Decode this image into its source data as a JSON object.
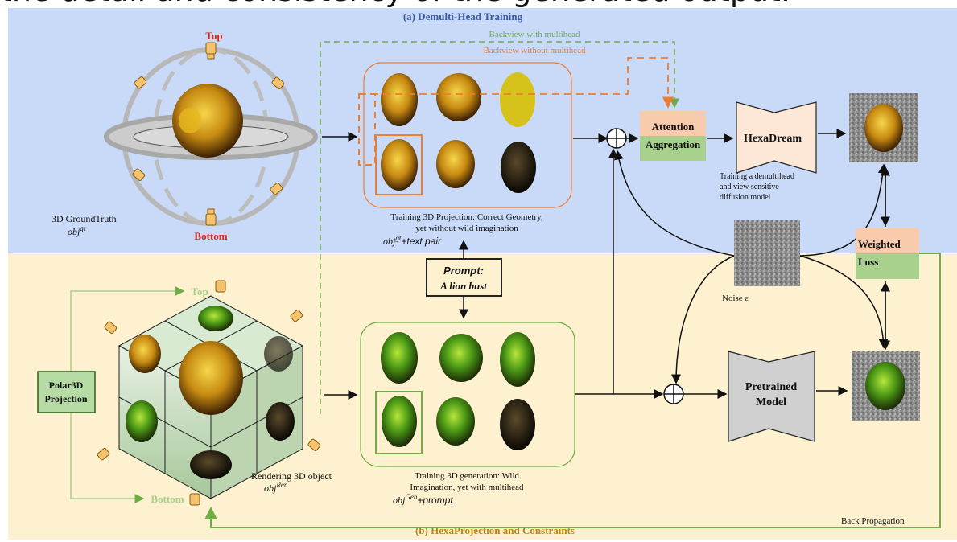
{
  "header_cut_text": "the detail and consistency of the generated output.",
  "sections": {
    "top_title": "(a) Demulti-Head Training",
    "bottom_title": "(b) HexaProjection  and Constraints"
  },
  "sphere": {
    "top_label": "Top",
    "bottom_label": "Bottom",
    "caption_1": "3D GroundTruth",
    "caption_2": "obj",
    "caption_2_sup": "gt"
  },
  "cube": {
    "top_label": "Top",
    "bottom_label": "Bottom",
    "caption_1": "Rendering 3D object",
    "caption_2": "obj",
    "caption_2_sup": "Ren"
  },
  "polar_box": {
    "line1": "Polar3D",
    "line2": "Projection"
  },
  "backview": {
    "with_label": "Backview with multihead",
    "without_label": "Backview without multihead"
  },
  "projection_panel": {
    "caption_1": "Training 3D Projection: Correct Geometry,",
    "caption_2": "yet without wild imagination",
    "pair_label_a": "obj",
    "pair_label_sup": "gt",
    "pair_label_b": "+text pair"
  },
  "generation_panel": {
    "caption_1": "Training 3D generation: Wild",
    "caption_2": "Imagination, yet with multihead",
    "pair_label_a": "obj",
    "pair_label_sup": "Gen",
    "pair_label_b": "+prompt"
  },
  "prompt_box": {
    "line1": "Prompt:",
    "line2": "A lion bust"
  },
  "attention_box": {
    "line1": "Attention",
    "line2": "Aggregation"
  },
  "hexadream": {
    "label": "HexaDream",
    "caption_1": "Training a demultihead",
    "caption_2": "and view sensitive",
    "caption_3": "diffusion model"
  },
  "pretrained": {
    "line1": "Pretrained",
    "line2": "Model"
  },
  "noise_label": "Noise ε",
  "weighted_loss": {
    "line1": "Weighted",
    "line2": "Loss"
  },
  "back_propagation": "Back Propagation",
  "colors": {
    "top_band": "#c9daf8",
    "bottom_band": "#fdf1cf",
    "orange": "#ed7d31",
    "green": "#70ad47",
    "light_green": "#a9d18e",
    "green_box": "#b6dba5",
    "peach": "#f8cbad",
    "title_blue": "#3b5ea8",
    "title_gold": "#b8860b",
    "red_label": "#e0231e"
  }
}
